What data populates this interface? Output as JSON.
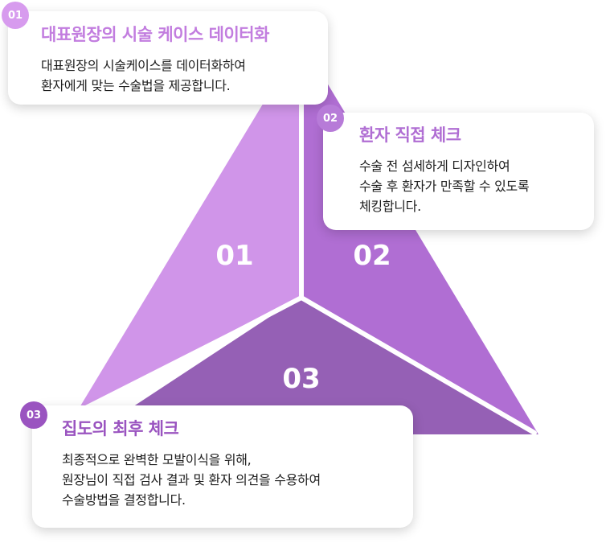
{
  "colors": {
    "seg1": "#d095e9",
    "seg2": "#b06ed3",
    "seg3": "#9560b5",
    "title1": "#c27ddf",
    "title2": "#b06ed3",
    "title3": "#9a54c0",
    "badge1": "#d79bee",
    "badge2": "#b77bd8",
    "badge3": "#9a54c0"
  },
  "segments": [
    {
      "number": "01"
    },
    {
      "number": "02"
    },
    {
      "number": "03"
    }
  ],
  "cards": [
    {
      "badge": "01",
      "title": "대표원장의 시술 케이스 데이터화",
      "lines": [
        "대표원장의 시술케이스를 데이터화하여",
        "환자에게 맞는 수술법을 제공합니다."
      ]
    },
    {
      "badge": "02",
      "title": "환자 직접 체크",
      "lines": [
        "수술 전 섬세하게 디자인하여",
        "수술 후 환자가 만족할 수 있도록",
        "체킹합니다."
      ]
    },
    {
      "badge": "03",
      "title": "집도의 최후 체크",
      "lines": [
        "최종적으로 완벽한 모발이식을 위해,",
        "원장님이 직접 검사 결과 및 환자 의견을 수용하여",
        "수술방법을 결정합니다."
      ]
    }
  ]
}
